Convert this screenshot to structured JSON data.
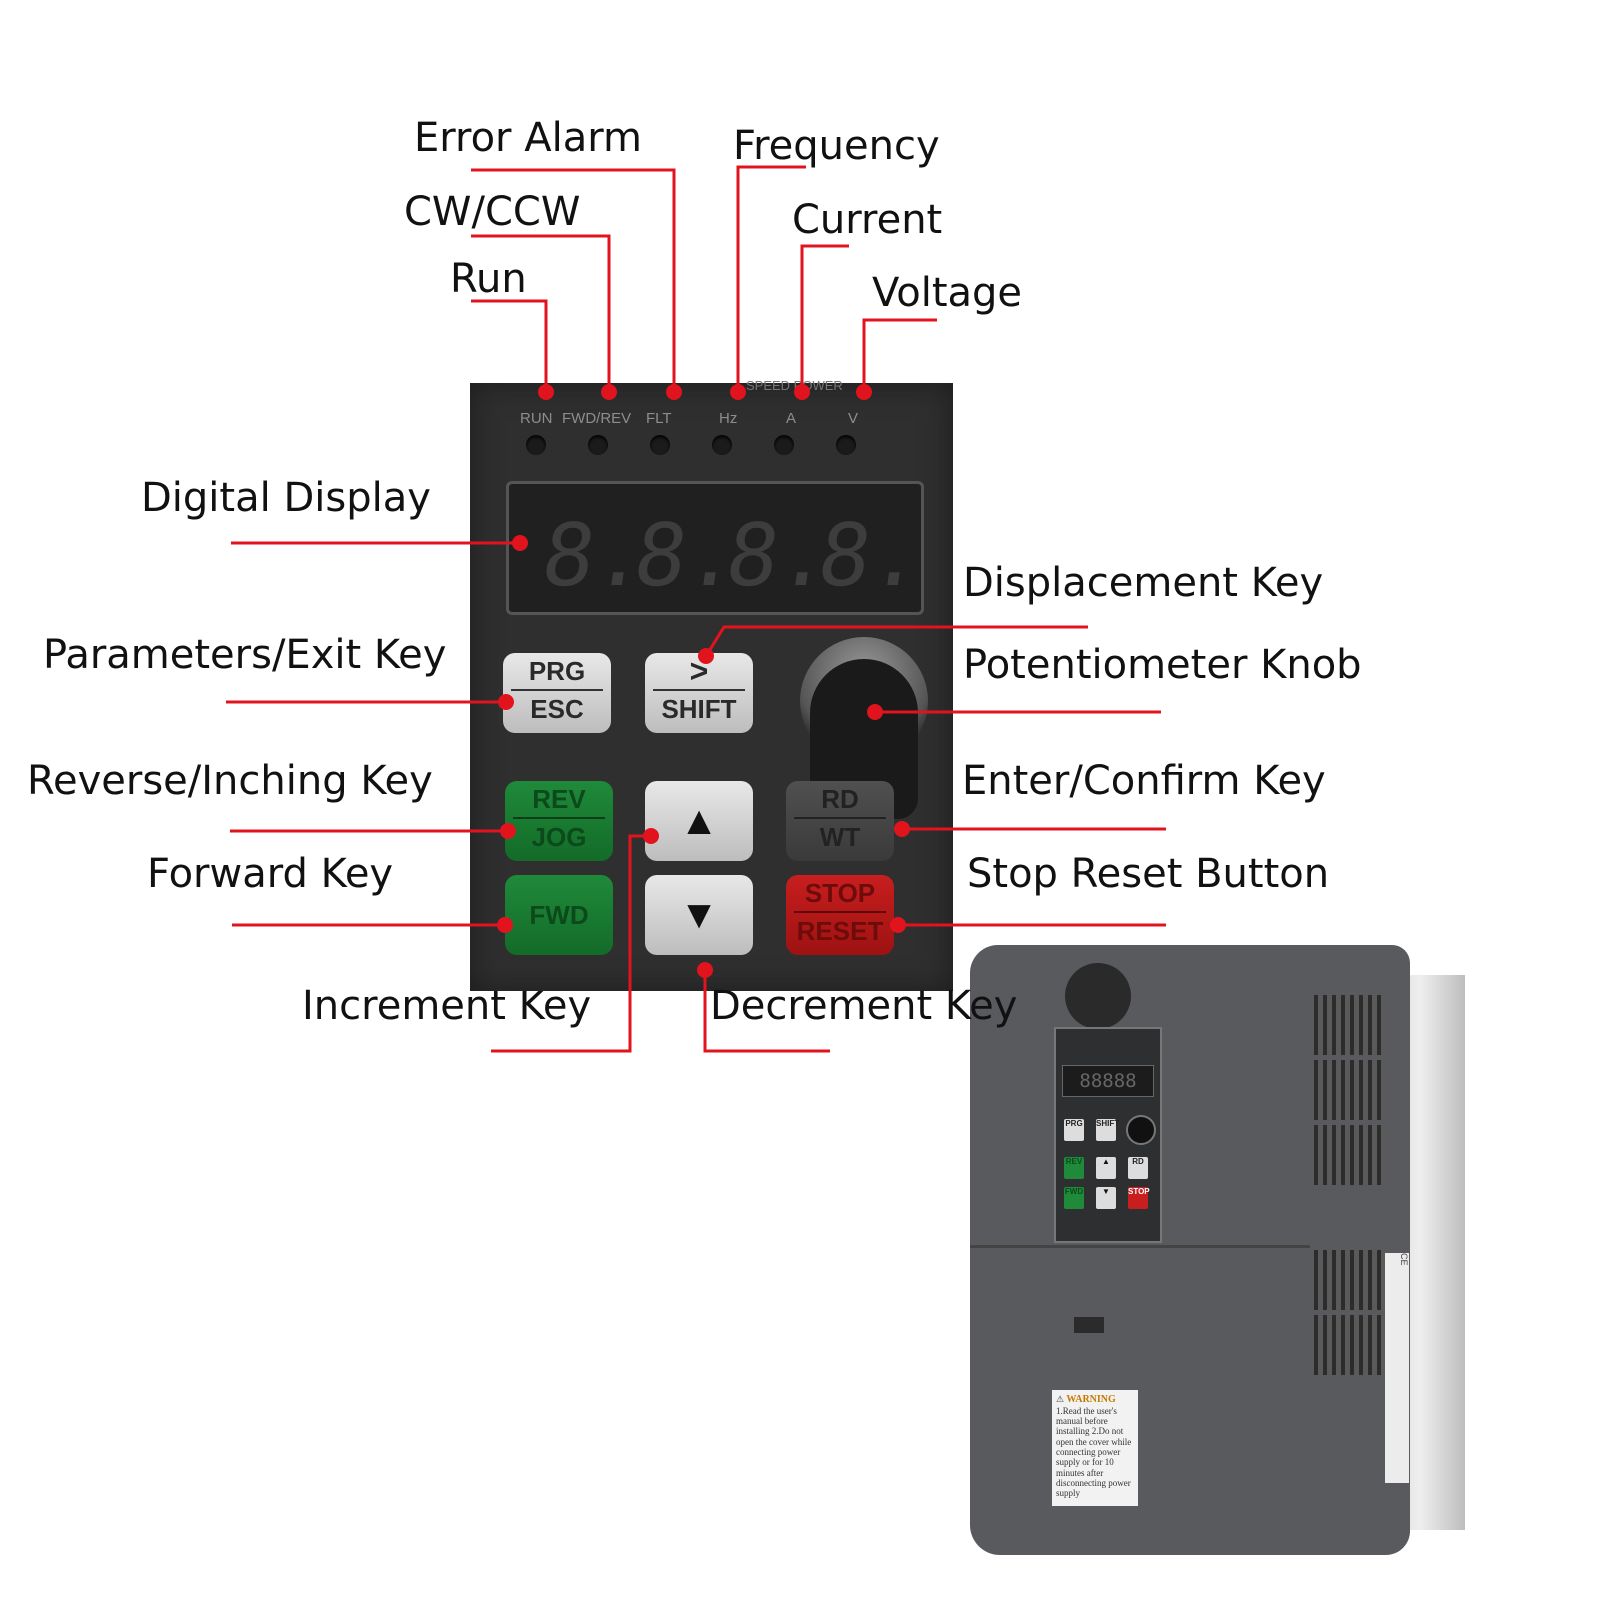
{
  "callouts": {
    "error_alarm": "Error Alarm",
    "frequency": "Frequency",
    "cw_ccw": "CW/CCW",
    "current": "Current",
    "run": "Run",
    "voltage": "Voltage",
    "digital_display": "Digital Display",
    "displacement_key": "Displacement Key",
    "parameters_exit_key": "Parameters/Exit Key",
    "potentiometer_knob": "Potentiometer Knob",
    "reverse_inching_key": "Reverse/Inching Key",
    "enter_confirm_key": "Enter/Confirm Key",
    "forward_key": "Forward Key",
    "stop_reset_button": "Stop Reset Button",
    "increment_key": "Increment Key",
    "decrement_key": "Decrement Key"
  },
  "panel": {
    "indicators": [
      "RUN",
      "FWD/REV",
      "FLT",
      "Hz",
      "A",
      "V"
    ],
    "group_label": "SPEED POWER",
    "display_digits": [
      "8.",
      "8.",
      "8.",
      "8."
    ],
    "keys": {
      "prg": "PRG",
      "esc": "ESC",
      "shift_symbol": ">",
      "shift": "SHIFT",
      "rev": "REV",
      "jog": "JOG",
      "up": "▲",
      "down": "▼",
      "rd": "RD",
      "wt": "WT",
      "fwd": "FWD",
      "stop": "STOP",
      "reset": "RESET"
    }
  },
  "device": {
    "warning_title": "WARNING",
    "warning_text": "1.Read the user's manual before installing 2.Do not open the cover while connecting power supply or for 10 minutes after disconnecting power supply",
    "mini_display": "88888",
    "sticker_mark": "CE"
  },
  "colors": {
    "leader": "#e1141e",
    "key_green": "#1f8a3a",
    "key_red": "#c81e1e"
  }
}
